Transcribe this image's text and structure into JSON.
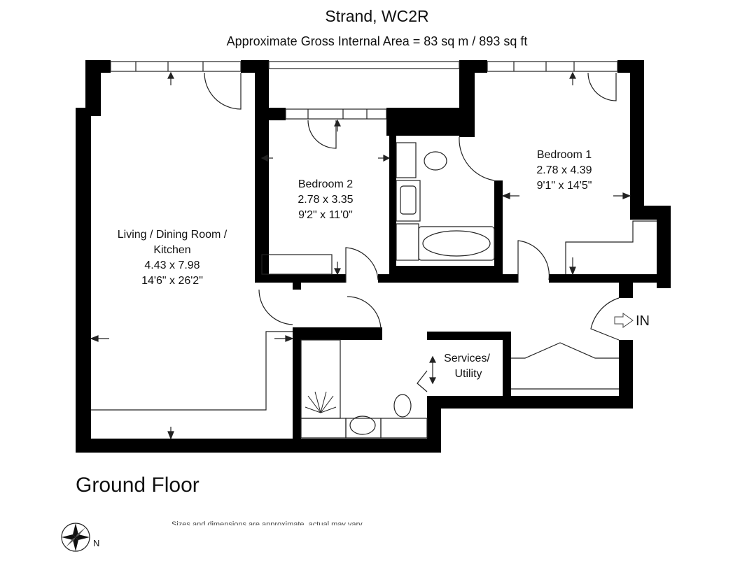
{
  "header": {
    "title": "Strand, WC2R",
    "subtitle": "Approximate Gross Internal Area = 83 sq m / 893 sq ft"
  },
  "rooms": {
    "living": {
      "name_line1": "Living / Dining Room /",
      "name_line2": "Kitchen",
      "metric": "4.43 x 7.98",
      "imperial": "14'6\" x 26'2\""
    },
    "bedroom2": {
      "name": "Bedroom 2",
      "metric": "2.78 x 3.35",
      "imperial": "9'2\" x 11'0\""
    },
    "bedroom1": {
      "name": "Bedroom 1",
      "metric": "2.78 x 4.39",
      "imperial": "9'1\" x 14'5\""
    },
    "services": {
      "name_line1": "Services/",
      "name_line2": "Utility"
    }
  },
  "entrance_label": "IN",
  "floor_label": "Ground Floor",
  "footnote": "Sizes and dimensions are approximate, actual may vary.",
  "compass": {
    "north_label": "N"
  },
  "colors": {
    "wall": "#000000",
    "line": "#222222",
    "background": "#ffffff"
  }
}
